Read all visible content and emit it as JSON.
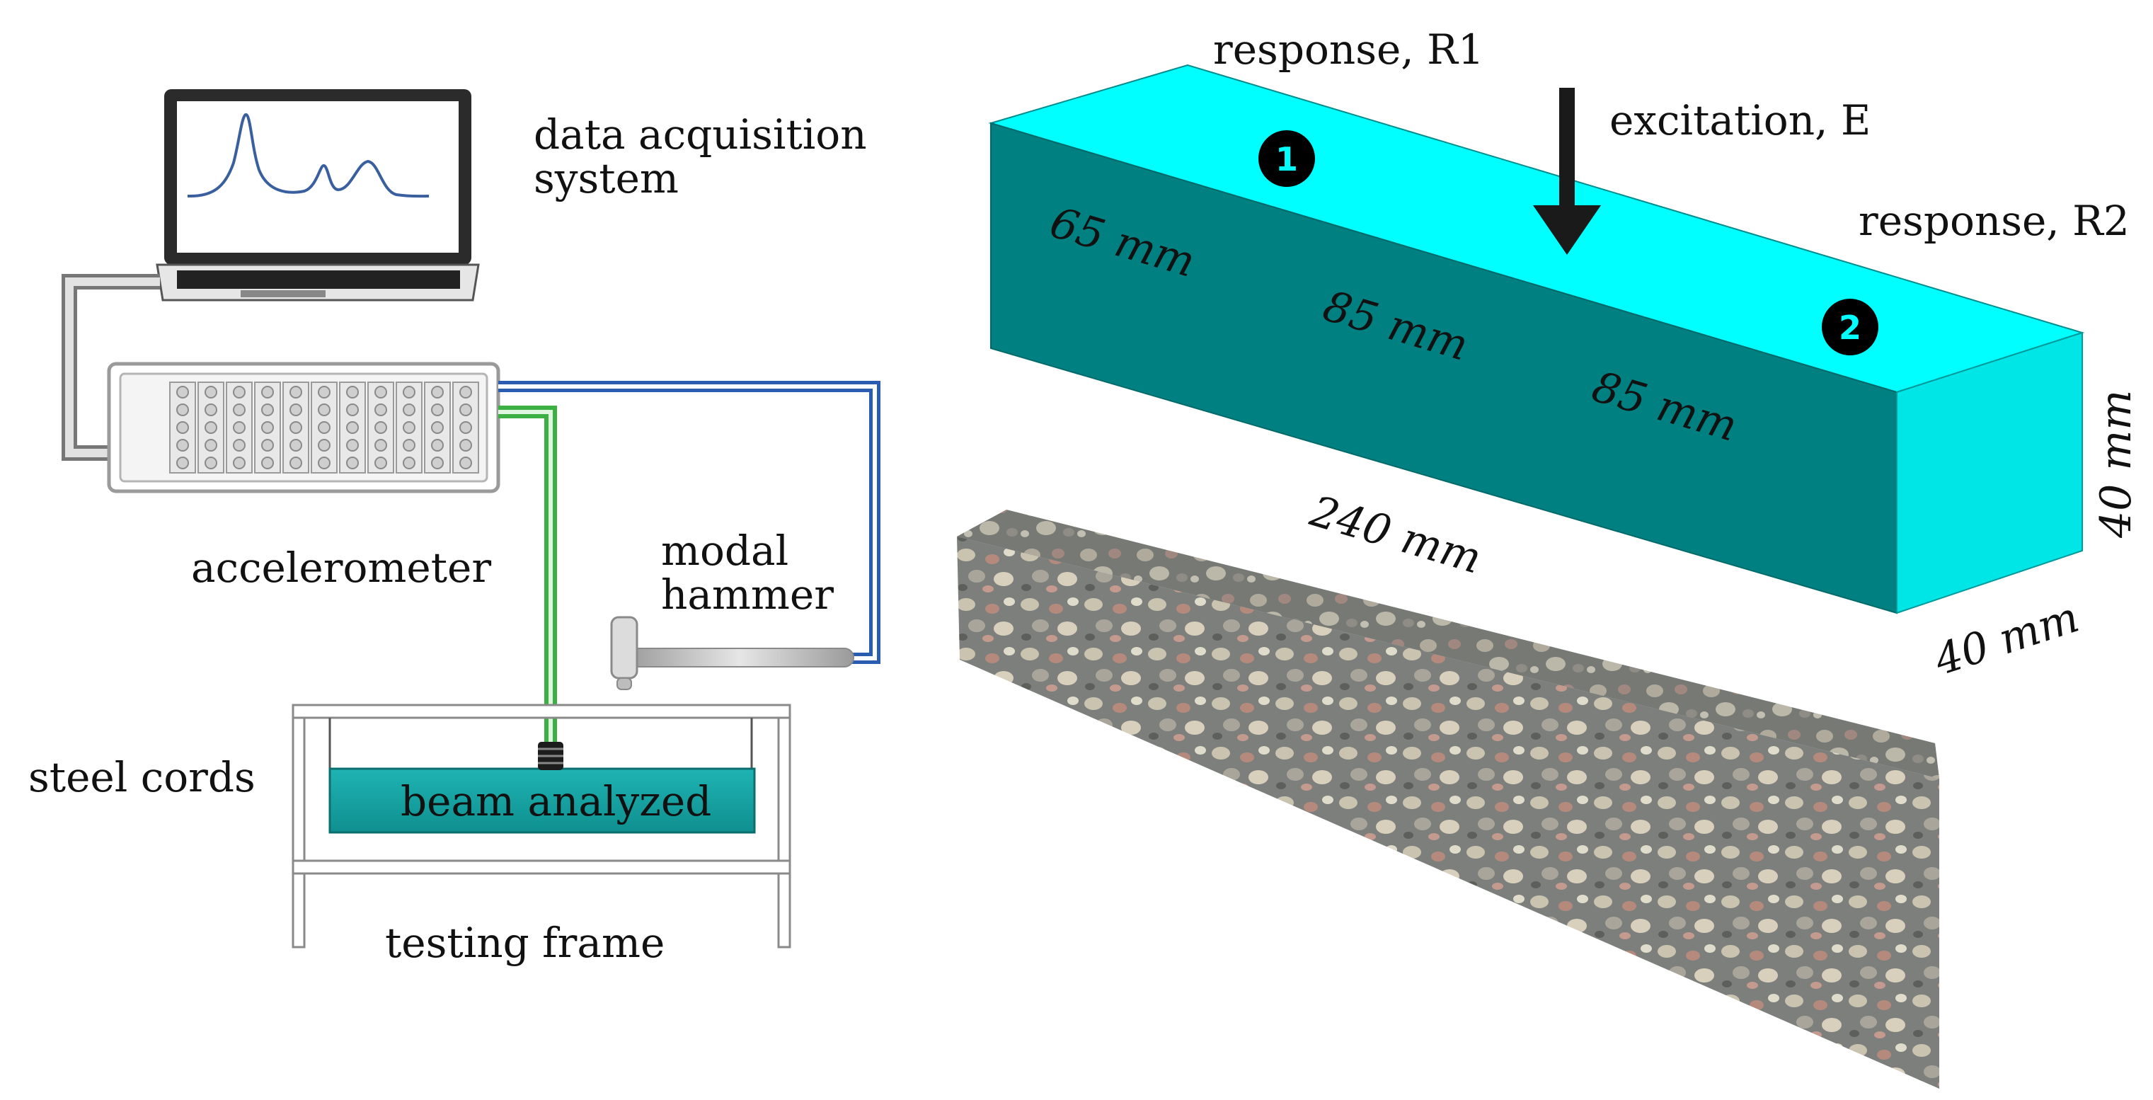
{
  "labels": {
    "daq_line1": "data acquisition",
    "daq_line2": "system",
    "accelerometer": "accelerometer",
    "hammer_line1": "modal",
    "hammer_line2": "hammer",
    "steel_cords": "steel cords",
    "beam_analyzed": "beam analyzed",
    "testing_frame": "testing frame",
    "response_r1": "response, R1",
    "excitation": "excitation, E",
    "response_r2": "response, R2"
  },
  "dimensions": {
    "d65": "65 mm",
    "d85a": "85 mm",
    "d85b": "85 mm",
    "length": "240 mm",
    "height": "40 mm",
    "width": "40 mm"
  },
  "markers": {
    "m1": "1",
    "m2": "2"
  },
  "colors": {
    "beam_top": "#00ffff",
    "beam_front": "#008080",
    "beam_end": "#00e6e6",
    "green_cable": "#3cb043",
    "blue_cable": "#2a5db0",
    "spectrum": "#3a5f9e"
  },
  "icons": [
    "laptop-icon",
    "daq-module-icon",
    "accelerometer-icon",
    "hammer-icon",
    "testing-frame-icon",
    "down-arrow-icon"
  ]
}
